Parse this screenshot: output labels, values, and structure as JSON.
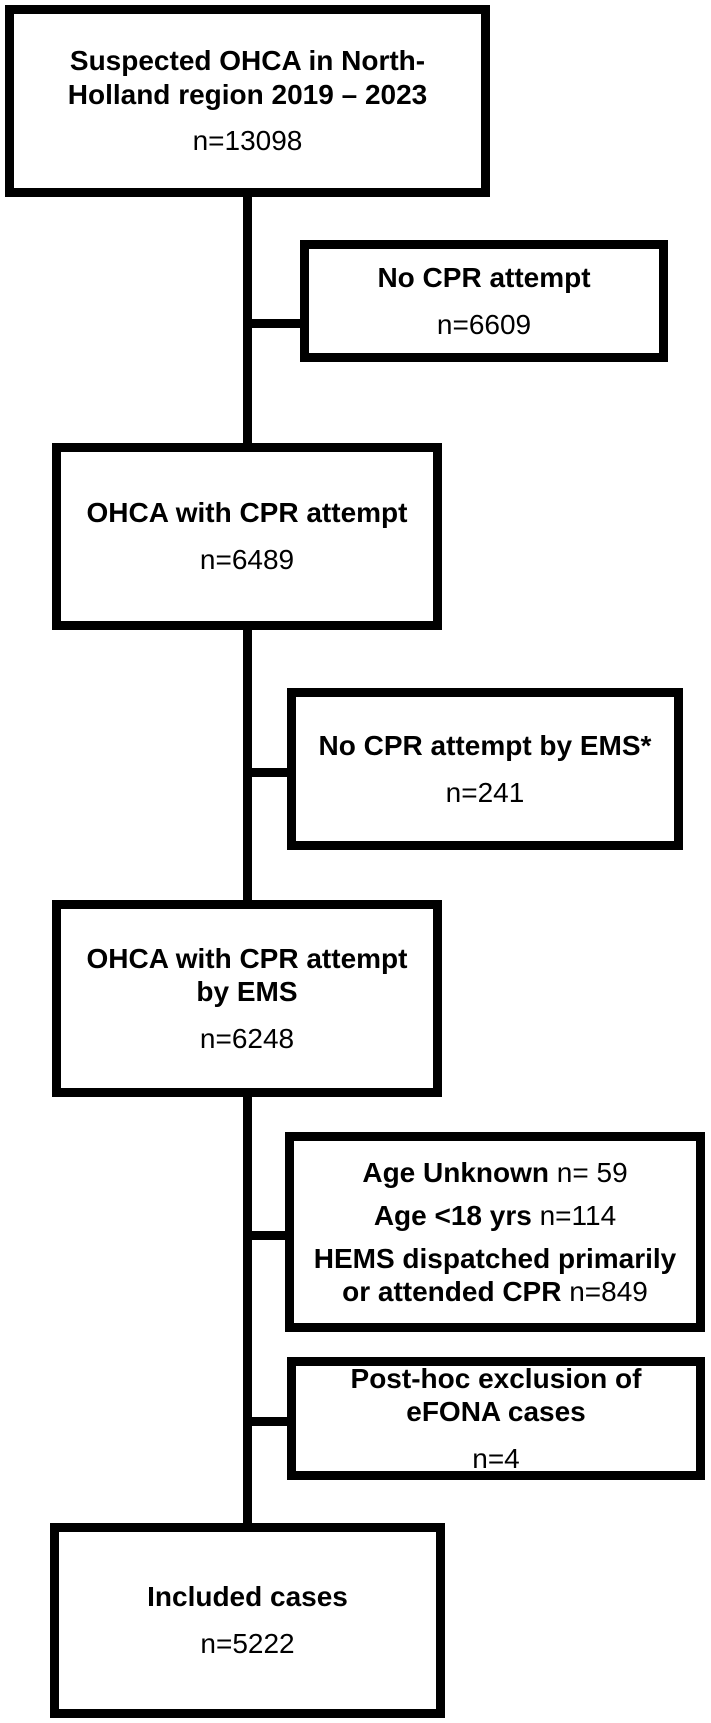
{
  "flow": {
    "main_boxes": {
      "suspected": {
        "label": "Suspected OHCA in North-\nHolland region 2019 – 2023",
        "n": "n=13098"
      },
      "cpr_attempt": {
        "label": "OHCA with CPR attempt",
        "n": "n=6489"
      },
      "cpr_attempt_ems": {
        "label": "OHCA with CPR attempt\nby EMS",
        "n": "n=6248"
      },
      "included": {
        "label": "Included cases",
        "n": "n=5222"
      }
    },
    "exclusion_boxes": {
      "no_cpr": {
        "label": "No CPR attempt",
        "n": "n=6609"
      },
      "no_cpr_ems": {
        "label": "No CPR attempt by EMS*",
        "n": "n=241"
      },
      "criteria": {
        "items": [
          {
            "label": "Age Unknown",
            "n": "n= 59"
          },
          {
            "label": "Age <18 yrs",
            "n": "n=114"
          },
          {
            "label": "HEMS dispatched primarily\nor attended CPR",
            "n": "n=849"
          }
        ]
      },
      "posthoc": {
        "label": "Post-hoc exclusion of\neFONA cases",
        "n": "n=4"
      }
    },
    "colors": {
      "line": "#000000",
      "text": "#000000",
      "box_fill": "#ffffff",
      "background": "#ffffff"
    }
  }
}
